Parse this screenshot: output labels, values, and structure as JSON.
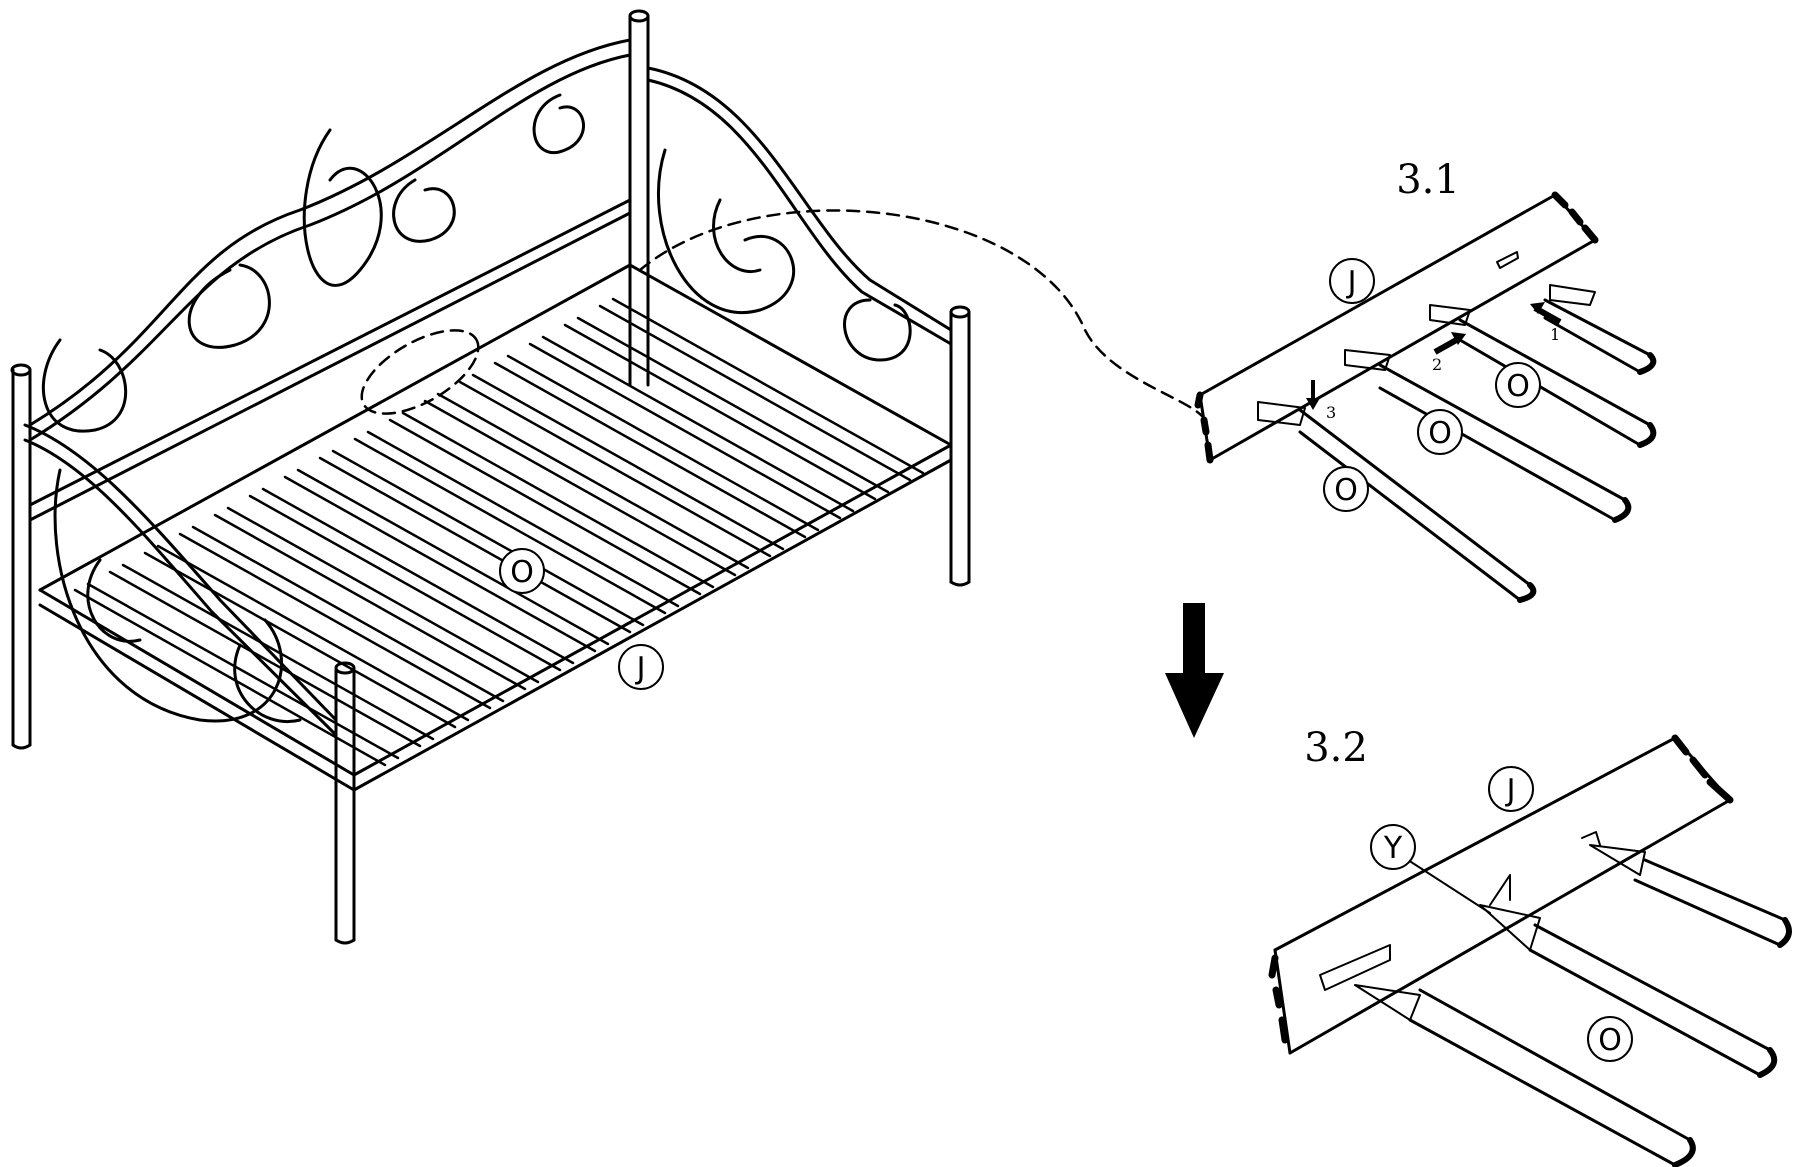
{
  "steps": {
    "step_a": "3.1",
    "step_b": "3.2"
  },
  "parts": {
    "side_rail": "J",
    "slat": "O",
    "fastener": "Y"
  },
  "substeps": {
    "one": "1",
    "two": "2",
    "three": "3"
  },
  "colors": {
    "line": "#000000",
    "background": "#ffffff"
  }
}
